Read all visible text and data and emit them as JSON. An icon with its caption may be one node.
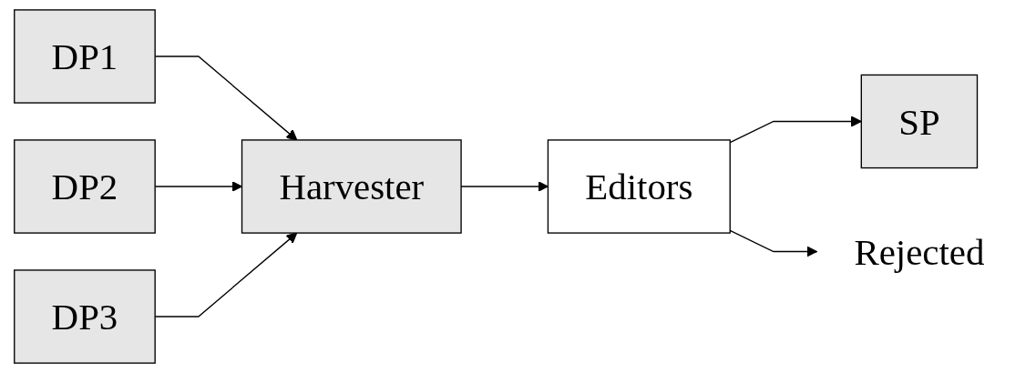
{
  "diagram": {
    "nodes": [
      {
        "text": [
          "DP1"
        ]
      },
      {
        "text": [
          "DP2"
        ]
      },
      {
        "text": [
          "DP3"
        ]
      },
      {
        "text": [
          "Harvester"
        ]
      },
      {
        "text": [
          "Editors"
        ]
      },
      {
        "text": [
          "SP"
        ]
      },
      {
        "text": [
          "Rejected"
        ]
      }
    ],
    "edges": [
      {
        "from": 0,
        "to": 3,
        "arrow": "to"
      },
      {
        "from": 1,
        "to": 3,
        "arrow": "to"
      },
      {
        "from": 2,
        "to": 3,
        "arrow": "to"
      },
      {
        "from": 3,
        "to": 4,
        "arrow": "to"
      },
      {
        "from": 4,
        "to": 5,
        "arrow": "to"
      },
      {
        "from": 4,
        "to": 6,
        "arrow": "to"
      }
    ]
  }
}
